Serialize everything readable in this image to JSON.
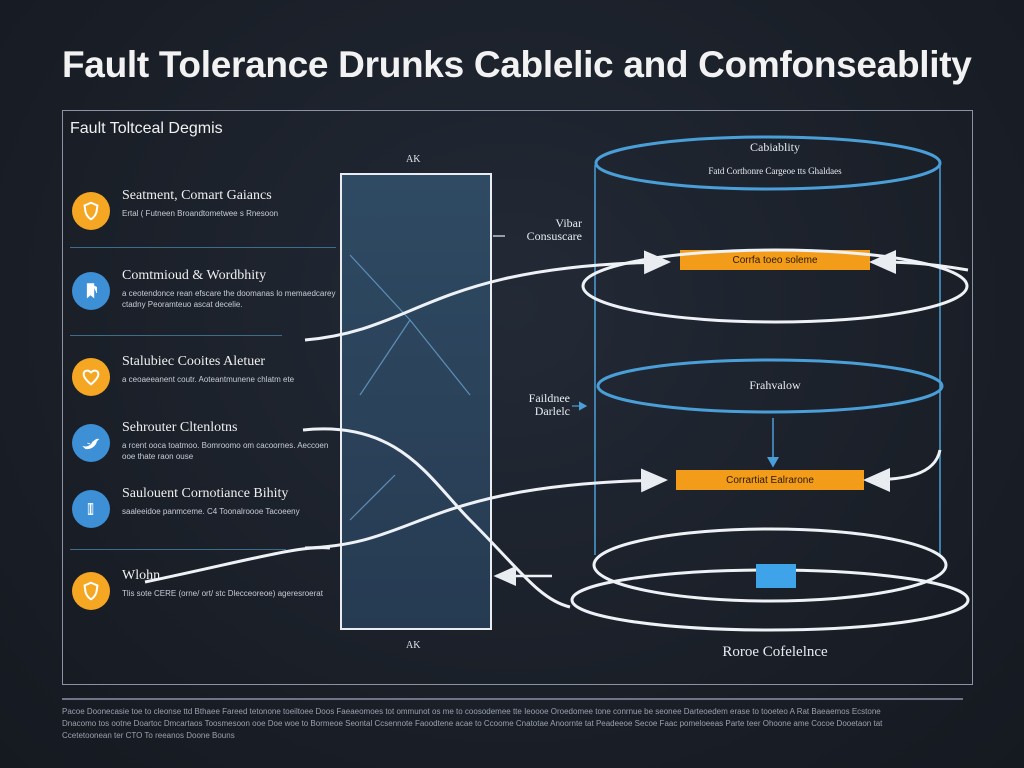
{
  "title": "Fault Tolerance Drunks Cablelic and Comfonseablity",
  "panel": {
    "title": "Fault Toltceal Degmis"
  },
  "items": [
    {
      "label": "Seatment, Comart Gaiancs",
      "desc": "Ertal ( Futneen Broandtometwee s Rnesoon",
      "color": "#f5a623",
      "icon": "shield-icon"
    },
    {
      "label": "Comtmioud & Wordbhity",
      "desc": "a ceotendonce rean efscare the doomanas lo memaedcarey ctadny Peoramteuo ascat decelie.",
      "color": "#3d8fd6",
      "icon": "bookmark-icon"
    },
    {
      "label": "Stalubiec Cooites Aletuer",
      "desc": "a ceoaeeanent coutr. Aoteantmunene chlatm ete",
      "color": "#f5a623",
      "icon": "heart-shield-icon"
    },
    {
      "label": "Sehrouter Cltenlotns",
      "desc": "a rcent ooca toatmoo. Bomroomo om cacoornes. Aeccoen ooe thate raon ouse",
      "color": "#3d8fd6",
      "icon": "bird-icon"
    },
    {
      "label": "Saulouent Cornotiance Bihity",
      "desc": "saaleeidoe panmceme. C4 Toonalroooe Tacoeeny",
      "color": "#3d8fd6",
      "icon": "document-icon"
    },
    {
      "label": "Wlohn",
      "desc": "Tlis sote CERE (orne/ ort/ stc Dlecceoreoe) ageresroerat",
      "color": "#f5a623",
      "icon": "shield-icon"
    }
  ],
  "center": {
    "top_label": "AK",
    "bottom_label": "AK"
  },
  "mid_labels": {
    "upper": "Vibar\nConsuscare",
    "lower": "Faildnee\nDarlelc"
  },
  "cylinder": {
    "top_title": "Cabiablity",
    "top_subtitle": "Fatd Corthonre  Cargeoe tts Ghaldaes",
    "upper_bar": "Corrfa toeo soleme",
    "middle_title": "Frahvalow",
    "lower_bar": "Corrartiat Ealrarone",
    "bottom_caption": "Roroe Cofelelnce"
  },
  "colors": {
    "accent_orange": "#f39c1a",
    "accent_blue": "#3d8fd6",
    "line_blue": "#4a9fd8"
  },
  "footer": "Pacoe Doonecasie toe to cleonse ttd Bthaee Fareed tetonone toeiltoee Doos Faeaeomoes tot ommunot os me to coosodemee tte Ieoooe Oroedomee tone conrnue be seonee Darteoedem erase to tooeteo A Rat Baeaemos Ecstone Dnacomo tos ootne Doartoc Dmcartaos Toosmesoon ooe Doe woe to Bormeoe Seontal Ccsennote Faoodtene acae to Ccoome Cnatotae Anoornte tat Peadeeoe Secoe Faac pomeloeeas Parte teer Ohoone ame Cocoe Dooetaon tat Ccetetoonean ter CTO To reeanos Doone Bouns"
}
